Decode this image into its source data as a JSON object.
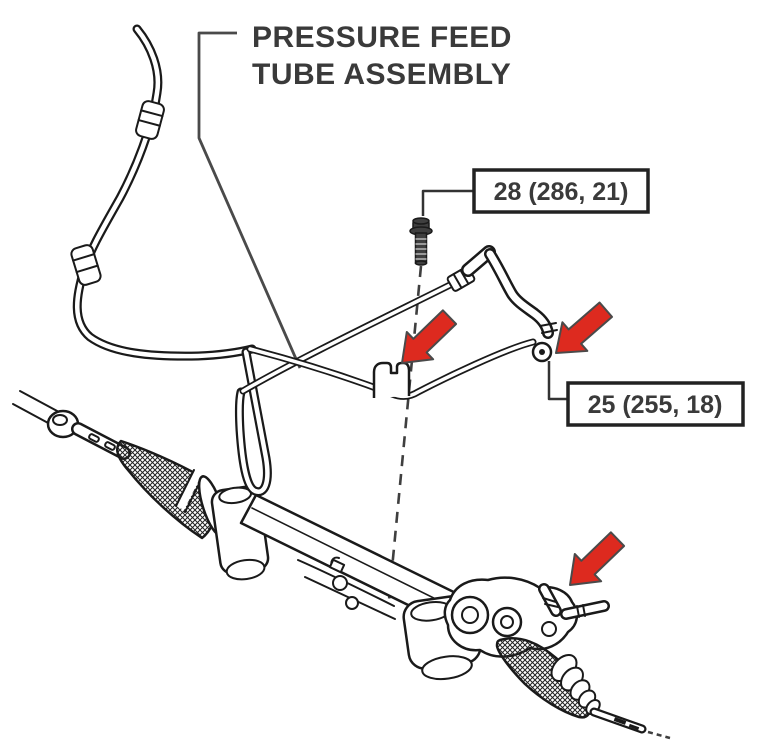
{
  "callout": {
    "line1": "PRESSURE FEED",
    "line2": "TUBE ASSEMBLY"
  },
  "torque_specs": {
    "upper_bolt": "28 (286, 21)",
    "lower_fitting": "25 (255, 18)"
  },
  "colors": {
    "arrow_red": "#dd2a1f",
    "art_line": "#1a1a1a",
    "text": "#3a3a3a",
    "background": "#ffffff"
  }
}
